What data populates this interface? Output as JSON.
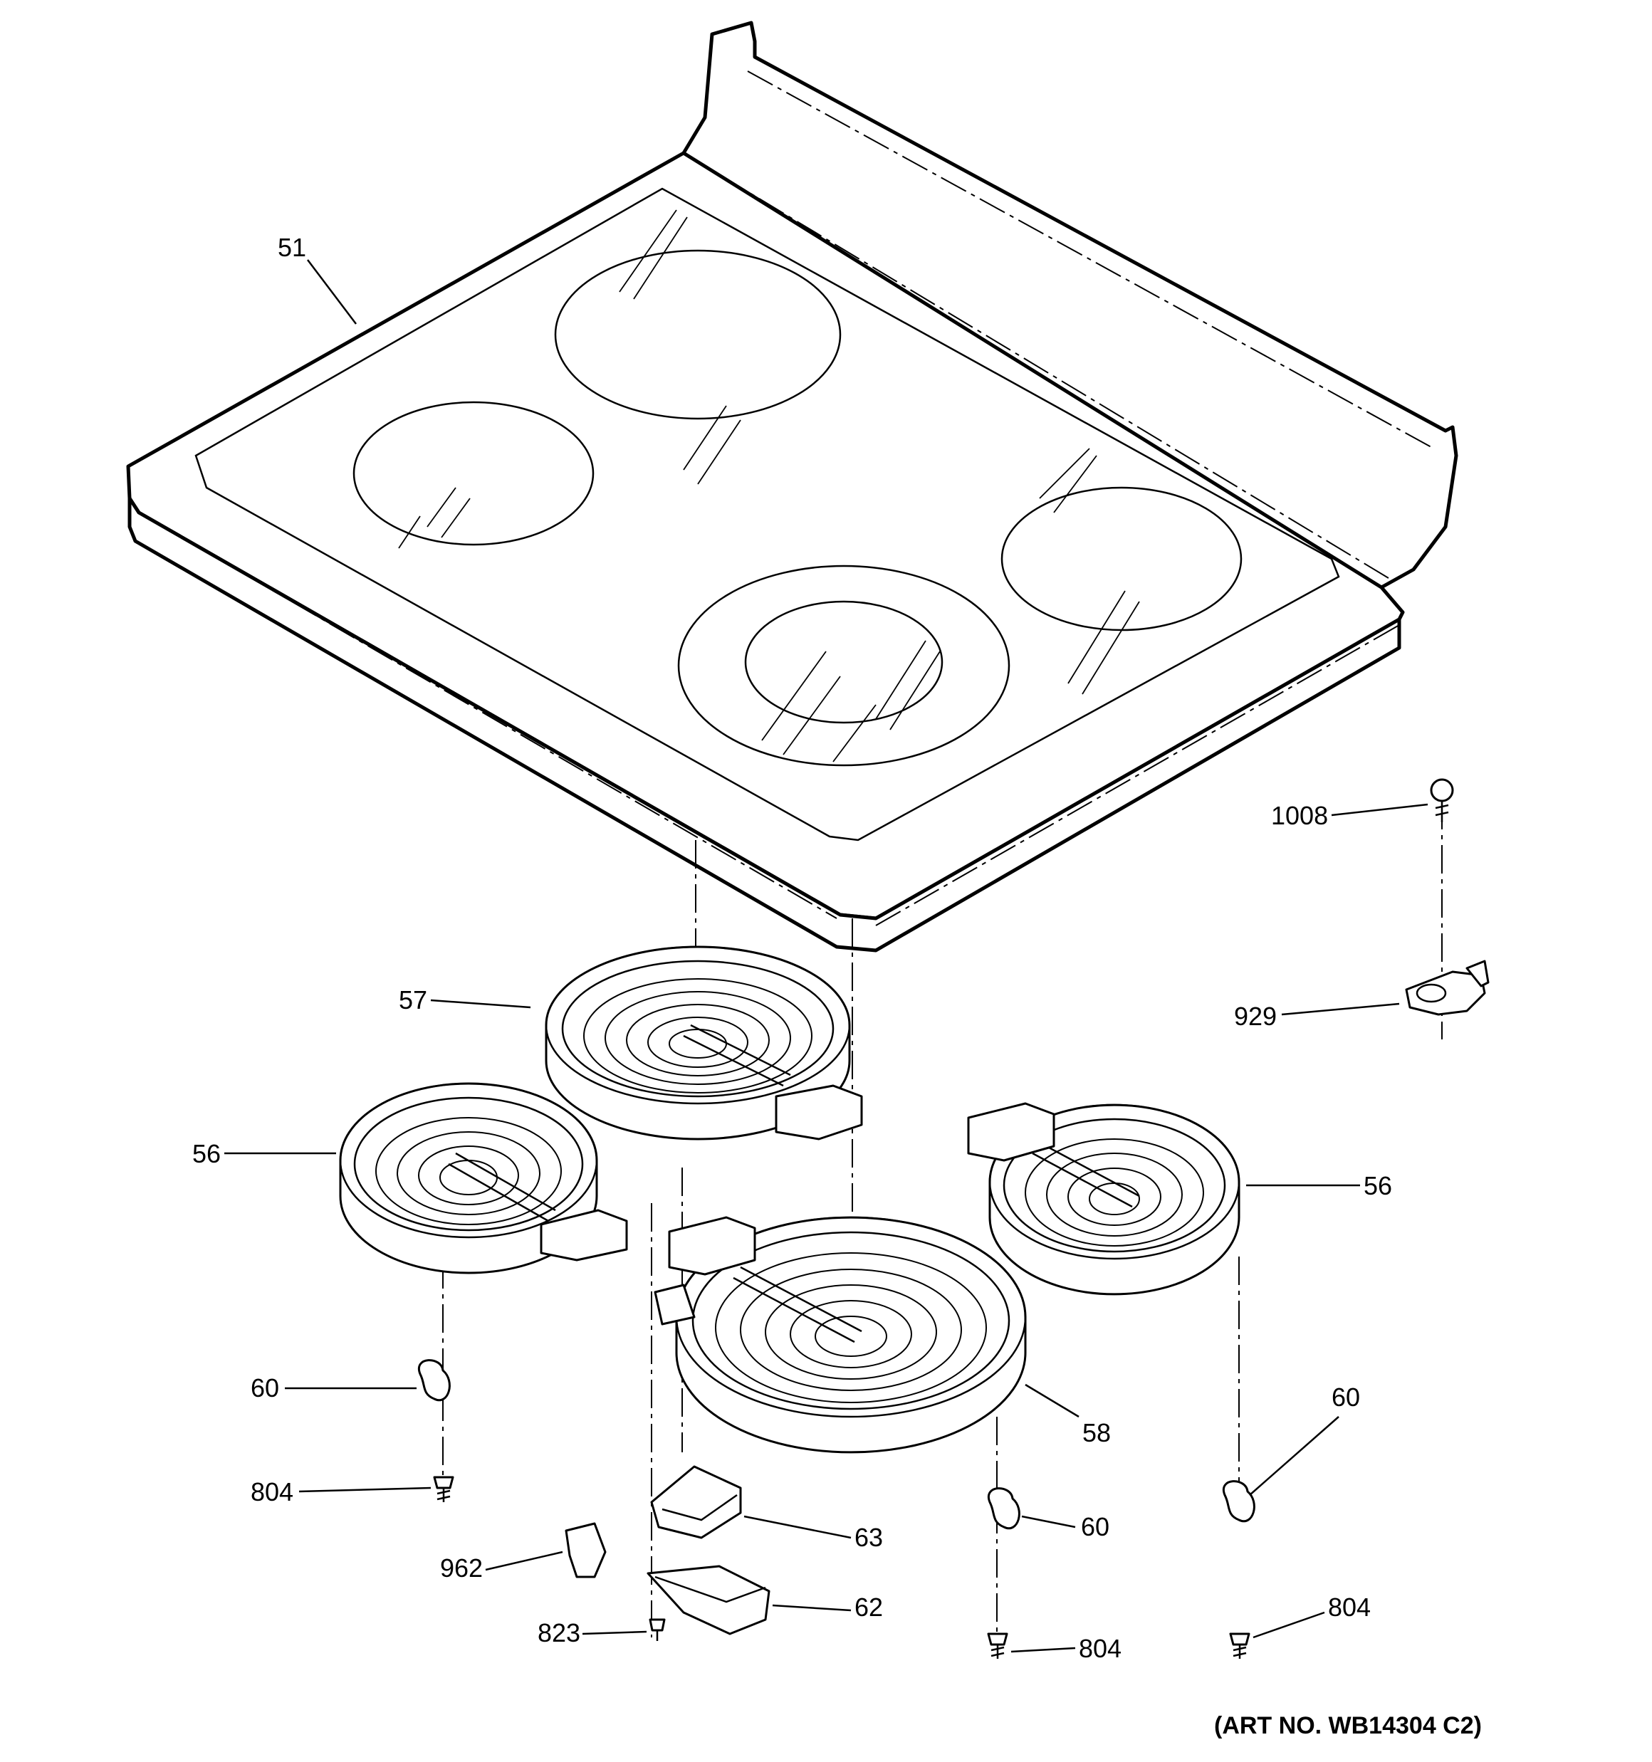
{
  "diagram": {
    "parts": [
      {
        "id": "cooktop",
        "label": "51"
      },
      {
        "id": "element-large-rear-left",
        "label": "57"
      },
      {
        "id": "element-front-left",
        "label": "56"
      },
      {
        "id": "element-right",
        "label": "56"
      },
      {
        "id": "element-dual-front",
        "label": "58"
      },
      {
        "id": "screw-top-right",
        "label": "1008"
      },
      {
        "id": "bracket-right",
        "label": "929"
      },
      {
        "id": "clip-left",
        "label": "60"
      },
      {
        "id": "clip-center",
        "label": "60"
      },
      {
        "id": "clip-right",
        "label": "60"
      },
      {
        "id": "screw-left",
        "label": "804"
      },
      {
        "id": "screw-center",
        "label": "804"
      },
      {
        "id": "screw-right",
        "label": "804"
      },
      {
        "id": "bracket-63",
        "label": "63"
      },
      {
        "id": "bracket-62",
        "label": "62"
      },
      {
        "id": "clip-962",
        "label": "962"
      },
      {
        "id": "screw-823",
        "label": "823"
      }
    ],
    "art_number": "(ART NO. WB14304 C2)"
  }
}
